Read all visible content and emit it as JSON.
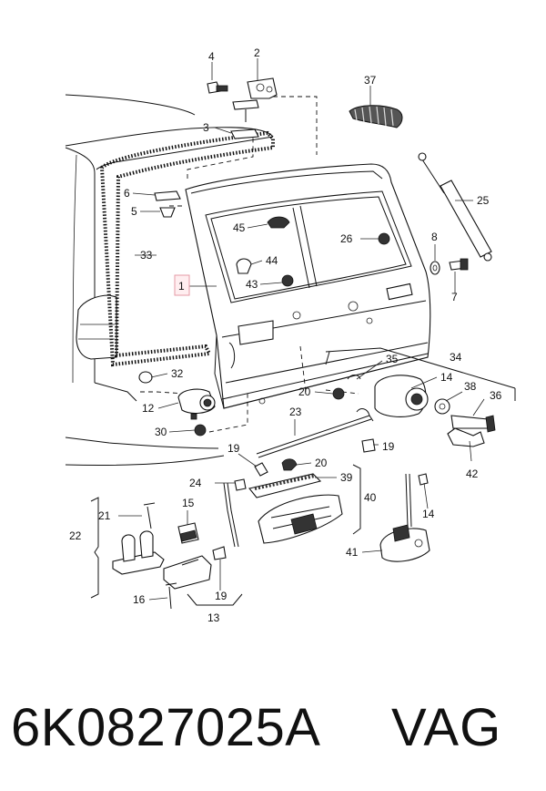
{
  "diagram": {
    "callouts": [
      {
        "id": "1",
        "label": "1"
      },
      {
        "id": "2",
        "label": "2"
      },
      {
        "id": "3",
        "label": "3"
      },
      {
        "id": "4",
        "label": "4"
      },
      {
        "id": "5",
        "label": "5"
      },
      {
        "id": "6",
        "label": "6"
      },
      {
        "id": "7",
        "label": "7"
      },
      {
        "id": "8",
        "label": "8"
      },
      {
        "id": "12",
        "label": "12"
      },
      {
        "id": "13",
        "label": "13"
      },
      {
        "id": "14a",
        "label": "14"
      },
      {
        "id": "14b",
        "label": "14"
      },
      {
        "id": "15",
        "label": "15"
      },
      {
        "id": "16",
        "label": "16"
      },
      {
        "id": "19a",
        "label": "19"
      },
      {
        "id": "19b",
        "label": "19"
      },
      {
        "id": "19c",
        "label": "19"
      },
      {
        "id": "20a",
        "label": "20"
      },
      {
        "id": "20b",
        "label": "20"
      },
      {
        "id": "21",
        "label": "21"
      },
      {
        "id": "22",
        "label": "22"
      },
      {
        "id": "23",
        "label": "23"
      },
      {
        "id": "24",
        "label": "24"
      },
      {
        "id": "25",
        "label": "25"
      },
      {
        "id": "26",
        "label": "26"
      },
      {
        "id": "30",
        "label": "30"
      },
      {
        "id": "32",
        "label": "32"
      },
      {
        "id": "33",
        "label": "33"
      },
      {
        "id": "34",
        "label": "34"
      },
      {
        "id": "35",
        "label": "35"
      },
      {
        "id": "36",
        "label": "36"
      },
      {
        "id": "37",
        "label": "37"
      },
      {
        "id": "38",
        "label": "38"
      },
      {
        "id": "39",
        "label": "39"
      },
      {
        "id": "40",
        "label": "40"
      },
      {
        "id": "41",
        "label": "41"
      },
      {
        "id": "42",
        "label": "42"
      },
      {
        "id": "43",
        "label": "43"
      },
      {
        "id": "44",
        "label": "44"
      },
      {
        "id": "45",
        "label": "45"
      }
    ]
  },
  "footer": {
    "part_number": "6K0827025A",
    "brand": "VAG"
  }
}
